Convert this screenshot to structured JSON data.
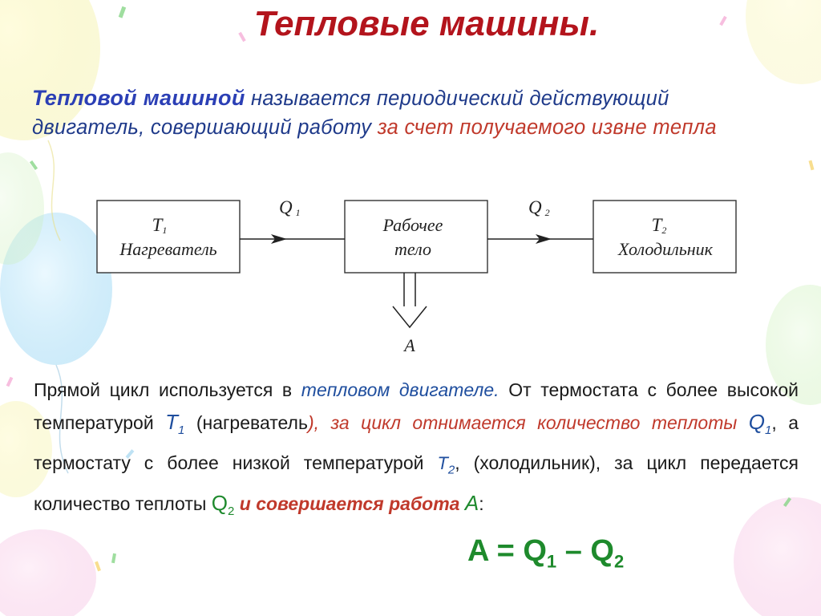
{
  "slide": {
    "title": "Тепловые машины."
  },
  "definition": {
    "term": "Тепловой машиной",
    "text1": " называется периодический действующий двигатель, совершающий работу ",
    "text2": "за счет получаемого извне тепла"
  },
  "diagram": {
    "box1": {
      "symbol": "T",
      "subscript": "1",
      "label": "Нагреватель"
    },
    "box2": {
      "line1": "Рабочее",
      "line2": "тело"
    },
    "box3": {
      "symbol": "T",
      "subscript": "2",
      "label": "Холодильник"
    },
    "arrow1": {
      "symbol": "Q",
      "subscript": "1"
    },
    "arrow2": {
      "symbol": "Q",
      "subscript": "2"
    },
    "work": "A"
  },
  "paragraph": {
    "s1": "Прямой цикл используется в ",
    "s2": "тепловом двигателе.",
    "s3": " От термостата с более высокой температурой ",
    "s4_sym": "T",
    "s4_sub": "1",
    "s5": " (нагреватель",
    "s6": "), за цикл отнимается количество теплоты ",
    "s7_sym": "Q",
    "s7_sub": "1",
    "s8": ", а термостату с более низкой температурой ",
    "s9_sym": "T",
    "s9_sub": "2",
    "s10": ", (холодильник), за цикл передается количество теплоты ",
    "s11_sym": "Q",
    "s11_sub": "2",
    "s12": " и совершается работа ",
    "s13_sym": "A",
    "s14": ":"
  },
  "formula": {
    "lhs": "A = Q",
    "sub1": "1",
    "mid": " – Q",
    "sub2": "2"
  },
  "colors": {
    "title": "#b3141c",
    "definition": "#1f3a8a",
    "accent_red": "#c0392b",
    "formula": "#1e8a2c"
  }
}
